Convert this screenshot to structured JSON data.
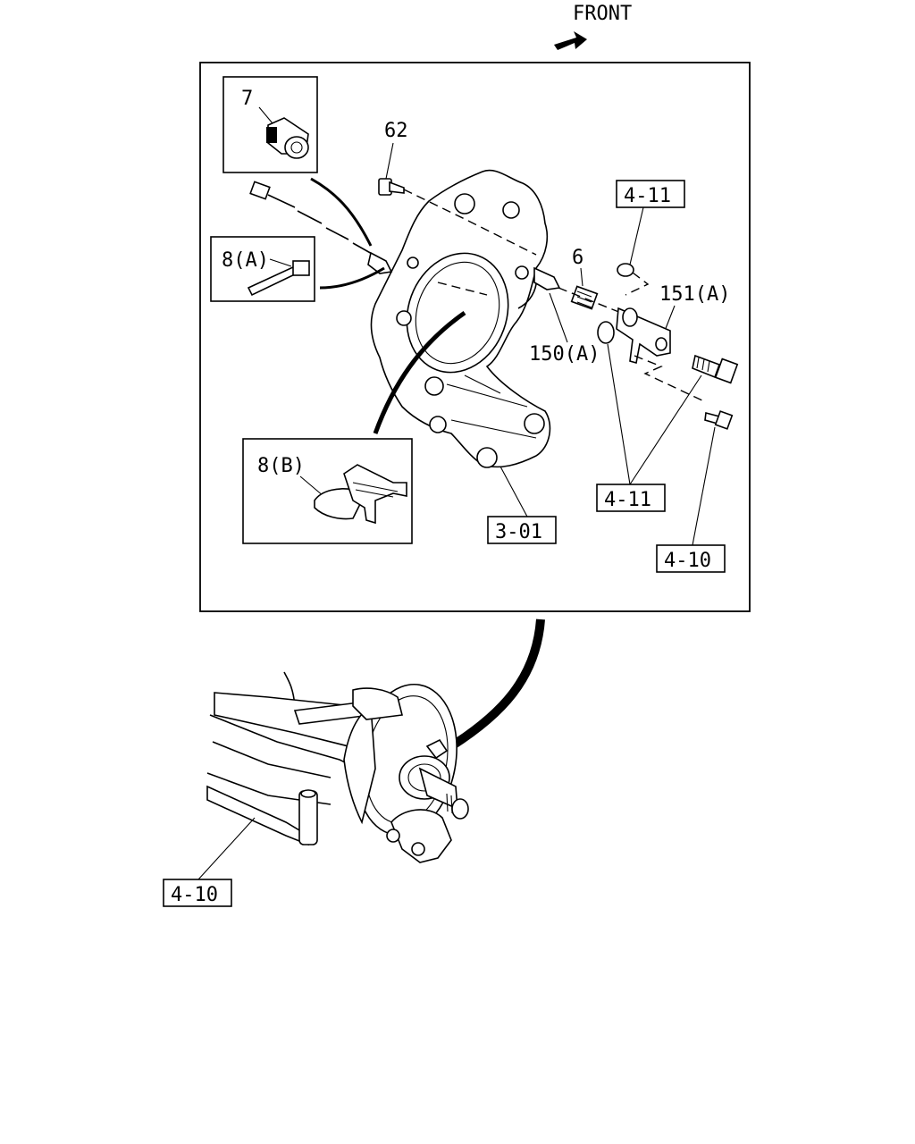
{
  "direction": {
    "text": "FRONT"
  },
  "labels": {
    "part_7": "7",
    "part_62": "62",
    "part_8a": "8(A)",
    "part_6": "6",
    "part_151a": "151(A)",
    "part_150a": "150(A)",
    "part_8b": "8(B)",
    "ref_4_11_top": "4-11",
    "ref_4_11_mid": "4-11",
    "ref_3_01": "3-01",
    "ref_4_10_right": "4-10",
    "ref_4_10_bottom": "4-10"
  },
  "icons": [
    "arrow-front-icon"
  ]
}
